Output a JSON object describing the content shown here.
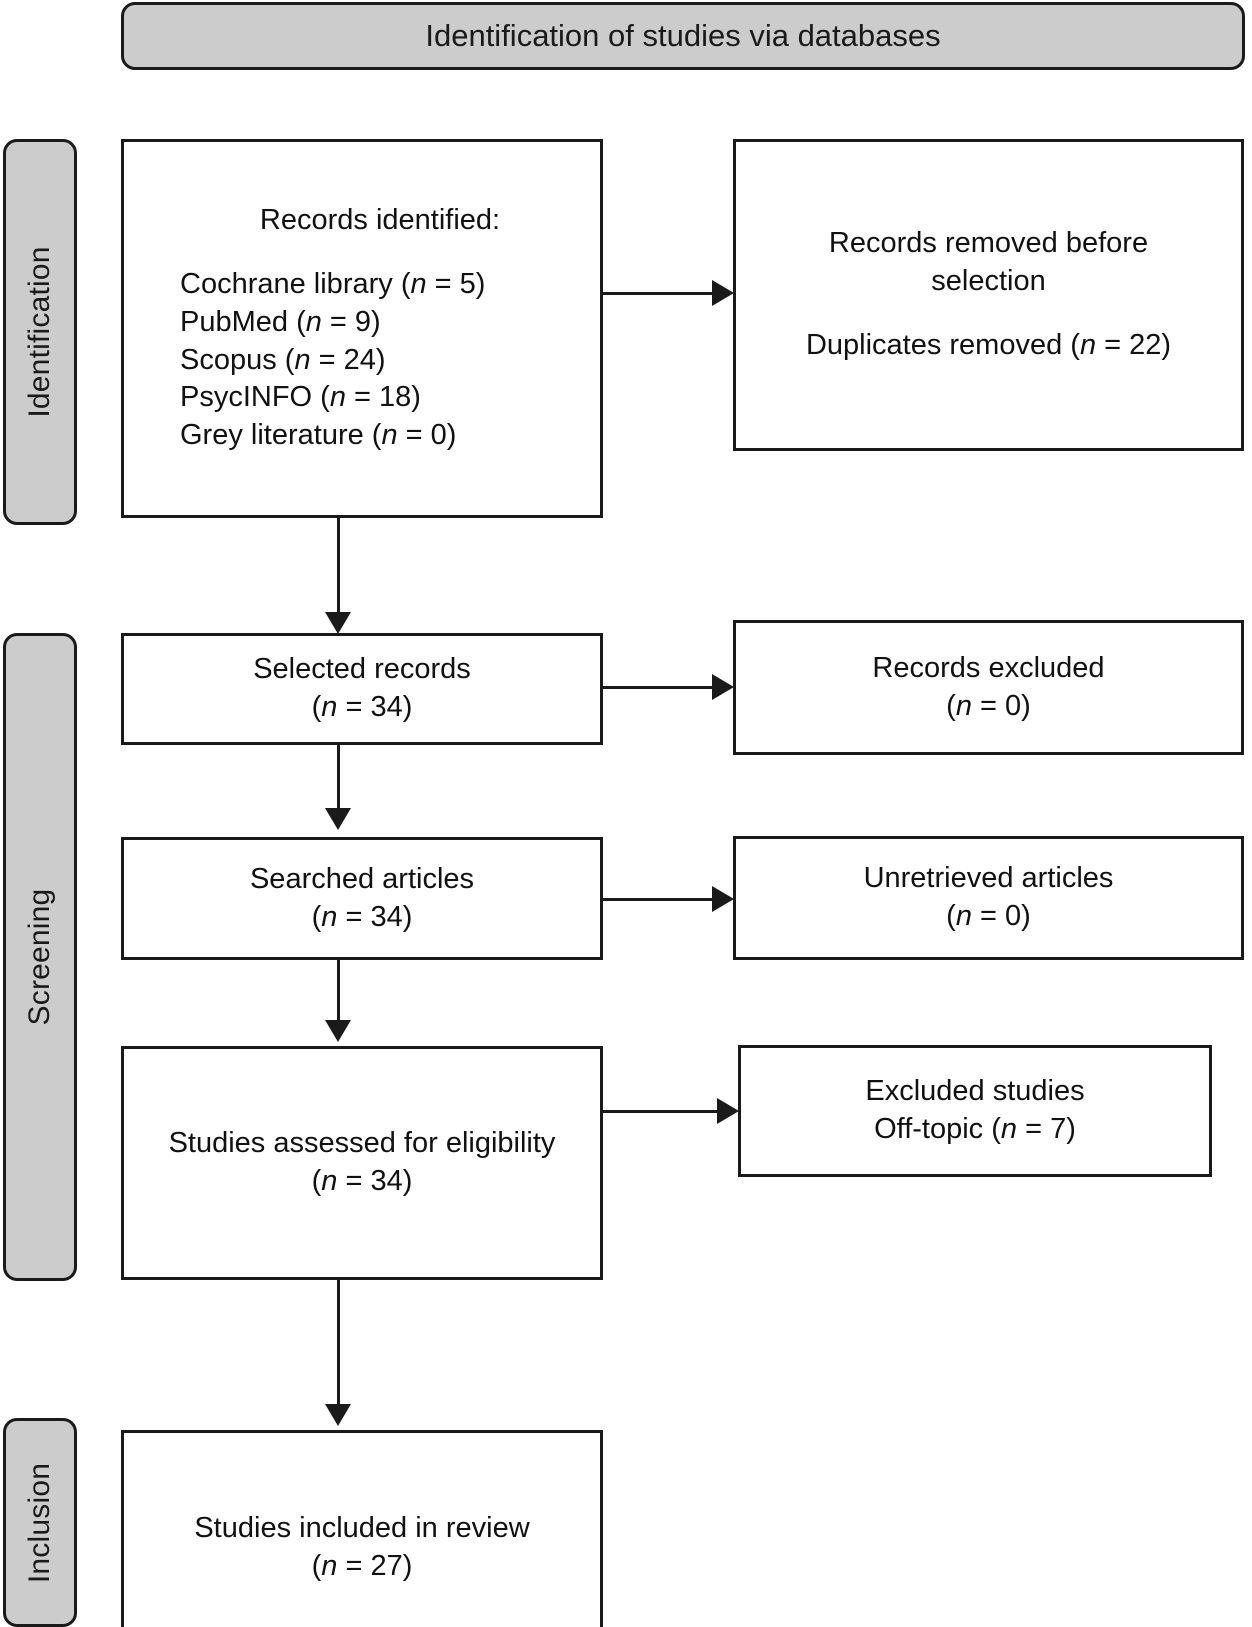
{
  "header": {
    "title": "Identification of studies via databases"
  },
  "stages": [
    {
      "key": "identification",
      "label": "Identification"
    },
    {
      "key": "screening",
      "label": "Screening"
    },
    {
      "key": "inclusion",
      "label": "Inclusion"
    }
  ],
  "nodes": {
    "records_identified": {
      "heading": "Records identified:",
      "sources": [
        {
          "name": "Cochrane library",
          "n": 5,
          "text": "Cochrane library (n = 5)"
        },
        {
          "name": "PubMed",
          "n": 9,
          "text": "PubMed (n = 9)"
        },
        {
          "name": "Scopus",
          "n": 24,
          "text": "Scopus (n = 24)"
        },
        {
          "name": "PsycINFO",
          "n": 18,
          "text": "PsycINFO (n = 18)"
        },
        {
          "name": "Grey literature",
          "n": 0,
          "text": "Grey literature (n = 0)"
        }
      ]
    },
    "records_removed": {
      "line1": "Records removed before",
      "line2": "selection",
      "line3": "Duplicates removed (n = 22)",
      "duplicates_n": 22
    },
    "selected_records": {
      "line1": "Selected records",
      "line2": "(n = 34)",
      "n": 34
    },
    "records_excluded": {
      "line1": "Records excluded",
      "line2": "(n = 0)",
      "n": 0
    },
    "searched_articles": {
      "line1": "Searched articles",
      "line2": "(n = 34)",
      "n": 34
    },
    "unretrieved_articles": {
      "line1": "Unretrieved articles",
      "line2": "(n = 0)",
      "n": 0
    },
    "studies_assessed": {
      "line1": "Studies assessed for eligibility",
      "line2": "(n = 34)",
      "n": 34
    },
    "excluded_studies": {
      "line1": "Excluded studies",
      "line2": "Off-topic (n = 7)",
      "off_topic_n": 7
    },
    "studies_included": {
      "line1": "Studies included in review",
      "line2": "(n = 27)",
      "n": 27
    }
  },
  "colors": {
    "stage_fill": "#cccccc",
    "stroke": "#1a1a1a",
    "node_fill": "#ffffff",
    "text": "#111111"
  }
}
